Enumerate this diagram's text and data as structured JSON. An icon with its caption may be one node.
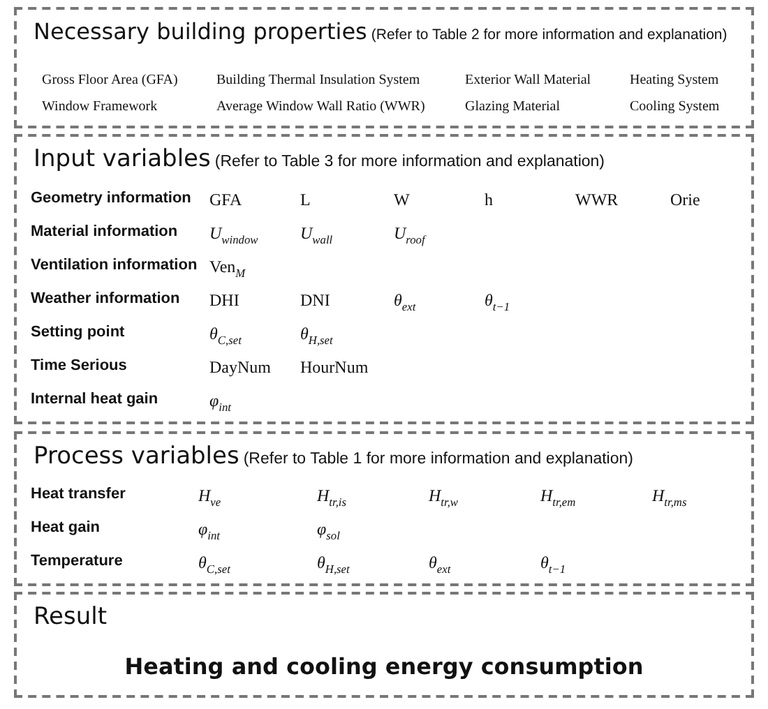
{
  "diagram": {
    "nodes": [
      {
        "text": [
          "Necessary building properties",
          "(Refer to Table 2 for more information and explanation)",
          "Gross Floor Area (GFA)",
          "Building Thermal Insulation System",
          "Exterior Wall Material",
          "Heating System",
          "Window Framework",
          "Average Window Wall Ratio (WWR)",
          "Glazing Material",
          "Cooling System"
        ]
      },
      {
        "text": [
          "Input variables",
          "(Refer to Table 3 for more information and explanation)",
          "Geometry information",
          "GFA",
          "L",
          "W",
          "h",
          "WWR",
          "Orie",
          "Material information",
          "*U*$_{window}$",
          "*U*$_{wall}$",
          "*U*$_{roof}$",
          "Ventilation information",
          "Ven$_{M}$",
          "Weather information",
          "DHI",
          "DNI",
          "*θ*$_{ext}$",
          "*θ*$_{t−1}$",
          "Setting point",
          "*θ*$_{C,set}$",
          "*θ*$_{H,set}$",
          "Time Serious",
          "DayNum",
          "HourNum",
          "Internal heat gain",
          "*φ*$_{int}$"
        ]
      },
      {
        "text": [
          "Process variables",
          "(Refer to Table 1 for more information and explanation)",
          "Heat transfer",
          "*H*$_{ve}$",
          "*H*$_{tr,is}$",
          "*H*$_{tr,w}$",
          "*H*$_{tr,em}$",
          "*H*$_{tr,ms}$",
          "Heat gain",
          "*φ*$_{int}$",
          "*φ*$_{sol}$",
          "Temperature",
          "*θ*$_{C,set}$",
          "*θ*$_{H,set}$",
          "*θ*$_{ext}$",
          "*θ*$_{t−1}$"
        ]
      },
      {
        "text": [
          "Result",
          "Heating and cooling energy consumption"
        ]
      }
    ]
  }
}
